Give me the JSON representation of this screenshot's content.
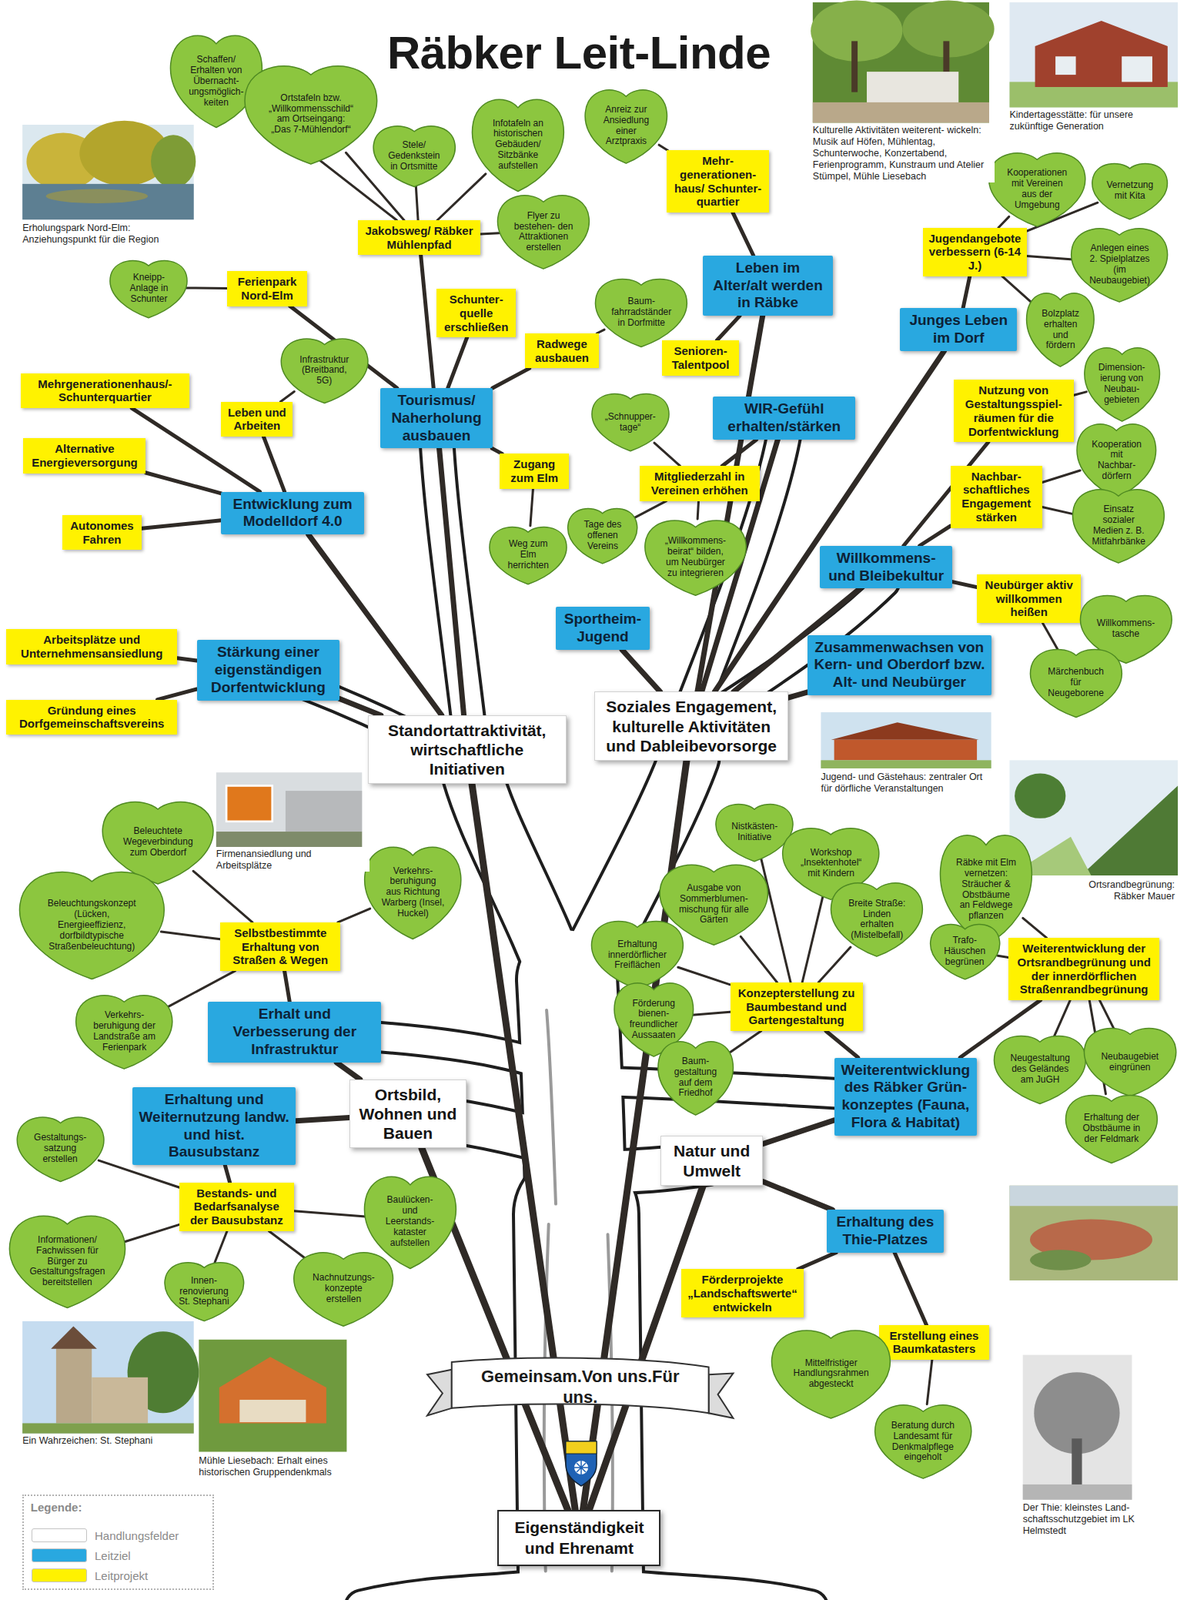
{
  "diagram": {
    "title": "Räbker Leit-Linde",
    "nodes": [
      {
        "text": [
          "Standortattraktivität, wirtschaftliche Initiativen"
        ]
      },
      {
        "text": [
          "Soziales Engagement, kulturelle Aktivitäten und Dableibevorsorge"
        ]
      },
      {
        "text": [
          "Ortsbild, Wohnen und Bauen"
        ]
      },
      {
        "text": [
          "Natur und Umwelt"
        ]
      },
      {
        "text": [
          "Gemeinsam.Von uns.Für uns."
        ]
      },
      {
        "text": [
          "Eigenständigkeit und Ehrenamt"
        ]
      },
      {
        "text": [
          "Tourismus/ Naherholung ausbauen"
        ]
      },
      {
        "text": [
          "Leben im Alter/alt werden in Räbke"
        ]
      },
      {
        "text": [
          "Junges Leben im Dorf"
        ]
      },
      {
        "text": [
          "WIR-Gefühl erhalten/stärken"
        ]
      },
      {
        "text": [
          "Entwicklung zum Modelldorf 4.0"
        ]
      },
      {
        "text": [
          "Willkommens- und Bleibekultur"
        ]
      },
      {
        "text": [
          "Sportheim- Jugend"
        ]
      },
      {
        "text": [
          "Stärkung einer eigenständigen Dorfentwicklung"
        ]
      },
      {
        "text": [
          "Zusammenwachsen von Kern- und Oberdorf bzw. Alt- und Neubürger"
        ]
      },
      {
        "text": [
          "Erhalt und Verbesserung der Infrastruktur"
        ]
      },
      {
        "text": [
          "Erhaltung und Weiternutzung landw. und hist. Bausubstanz"
        ]
      },
      {
        "text": [
          "Weiterentwicklung des Räbker Grün- konzeptes (Fauna, Flora & Habitat)"
        ]
      },
      {
        "text": [
          "Erhaltung des Thie-Platzes"
        ]
      },
      {
        "text": [
          "Jakobsweg/ Räbker Mühlenpfad"
        ]
      },
      {
        "text": [
          "Ferienpark Nord-Elm"
        ]
      },
      {
        "text": [
          "Schunter- quelle erschließen"
        ]
      },
      {
        "text": [
          "Radwege ausbauen"
        ]
      },
      {
        "text": [
          "Mehr- generationen- haus/ Schunter- quartier"
        ]
      },
      {
        "text": [
          "Senioren- Talentpool"
        ]
      },
      {
        "text": [
          "Jugendangebote verbessern (6-14 J.)"
        ]
      },
      {
        "text": [
          "Mehrgenerationenhaus/- Schunterquartier"
        ]
      },
      {
        "text": [
          "Leben und Arbeiten"
        ]
      },
      {
        "text": [
          "Alternative Energieversorgung"
        ]
      },
      {
        "text": [
          "Autonomes Fahren"
        ]
      },
      {
        "text": [
          "Zugang zum Elm"
        ]
      },
      {
        "text": [
          "Mitgliederzahl in Vereinen erhöhen"
        ]
      },
      {
        "text": [
          "Nutzung von Gestaltungsspiel- räumen für die Dorfentwicklung"
        ]
      },
      {
        "text": [
          "Nachbar- schaftliches Engagement stärken"
        ]
      },
      {
        "text": [
          "Neubürger aktiv willkommen heißen"
        ]
      },
      {
        "text": [
          "Arbeitsplätze und Unternehmensansiedlung"
        ]
      },
      {
        "text": [
          "Gründung eines Dorfgemeinschaftsvereins"
        ]
      },
      {
        "text": [
          "Selbstbestimmte Erhaltung von Straßen & Wegen"
        ]
      },
      {
        "text": [
          "Konzepterstellung zu Baumbestand und Gartengestaltung"
        ]
      },
      {
        "text": [
          "Weiterentwicklung der Ortsrandbegrünung und der innerdörflichen Straßenrandbegrünung"
        ]
      },
      {
        "text": [
          "Bestands- und Bedarfsanalyse der Bausubstanz"
        ]
      },
      {
        "text": [
          "Förderprojekte „Landschaftswerte“ entwickeln"
        ]
      },
      {
        "text": [
          "Erstellung eines Baumkatasters"
        ]
      },
      {
        "text": [
          "Schaffen/ Erhalten von Übernacht- ungsmöglich- keiten"
        ]
      },
      {
        "text": [
          "Ortstafeln bzw. „Willkommensschild“ am Ortseingang: „Das 7-Mühlendorf“"
        ]
      },
      {
        "text": [
          "Stele/ Gedenkstein in Ortsmitte"
        ]
      },
      {
        "text": [
          "Infotafeln an historischen Gebäuden/ Sitzbänke aufstellen"
        ]
      },
      {
        "text": [
          "Flyer zu bestehen- den Attraktionen erstellen"
        ]
      },
      {
        "text": [
          "Anreiz zur Ansiedlung einer Arztpraxis"
        ]
      },
      {
        "text": [
          "Kneipp- Anlage in Schunter"
        ]
      },
      {
        "text": [
          "Baum- fahrradständer in Dorfmitte"
        ]
      },
      {
        "text": [
          "Infrastruktur (Breitband, 5G)"
        ]
      },
      {
        "text": [
          "Kooperationen mit Vereinen aus der Umgebung"
        ]
      },
      {
        "text": [
          "Vernetzung mit Kita"
        ]
      },
      {
        "text": [
          "Anlegen eines 2. Spielplatzes (im Neubaugebiet)"
        ]
      },
      {
        "text": [
          "Bolzplatz erhalten und fördern"
        ]
      },
      {
        "text": [
          "Dimension- ierung von Neubau- gebieten"
        ]
      },
      {
        "text": [
          "„Schnupper- tage“"
        ]
      },
      {
        "text": [
          "Kooperation mit Nachbar- dörfern"
        ]
      },
      {
        "text": [
          "Einsatz sozialer Medien z. B. Mitfahrbänke"
        ]
      },
      {
        "text": [
          "Tage des offenen Vereins"
        ]
      },
      {
        "text": [
          "„Willkommens- beirat“ bilden, um Neubürger zu integrieren"
        ]
      },
      {
        "text": [
          "Weg zum Elm herrichten"
        ]
      },
      {
        "text": [
          "Willkommens- tasche"
        ]
      },
      {
        "text": [
          "Märchenbuch für Neugeborene"
        ]
      },
      {
        "text": [
          "Beleuchtete Wegeverbindung zum Oberdorf"
        ]
      },
      {
        "text": [
          "Verkehrs- beruhigung aus Richtung Warberg (Insel, Huckel)"
        ]
      },
      {
        "text": [
          "Beleuchtungskonzept (Lücken, Energieeffizienz, dorfbildtypische Straßenbeleuchtung)"
        ]
      },
      {
        "text": [
          "Verkehrs- beruhigung der Landstraße am Ferienpark"
        ]
      },
      {
        "text": [
          "Nistkästen- Initiative"
        ]
      },
      {
        "text": [
          "Workshop „Insektenhotel“ mit Kindern"
        ]
      },
      {
        "text": [
          "Ausgabe von Sommerblumen- mischung für alle Gärten"
        ]
      },
      {
        "text": [
          "Breite Straße: Linden erhalten (Mistelbefall)"
        ]
      },
      {
        "text": [
          "Erhaltung innerdörflicher Freiflächen"
        ]
      },
      {
        "text": [
          "Räbke mit Elm vernetzen: Sträucher & Obstbäume an Feldwege pflanzen"
        ]
      },
      {
        "text": [
          "Trafo- Häuschen begrünen"
        ]
      },
      {
        "text": [
          "Förderung bienen- freundlicher Aussaaten"
        ]
      },
      {
        "text": [
          "Baum- gestaltung auf dem Friedhof"
        ]
      },
      {
        "text": [
          "Neugestaltung des Geländes am JuGH"
        ]
      },
      {
        "text": [
          "Neubaugebiet eingrünen"
        ]
      },
      {
        "text": [
          "Erhaltung der Obstbäume in der Feldmark"
        ]
      },
      {
        "text": [
          "Gestaltungs- satzung erstellen"
        ]
      },
      {
        "text": [
          "Informationen/ Fachwissen für Bürger zu Gestaltungsfragen bereitstellen"
        ]
      },
      {
        "text": [
          "Innen- renovierung St. Stephani"
        ]
      },
      {
        "text": [
          "Baulücken- und Leerstands- kataster aufstellen"
        ]
      },
      {
        "text": [
          "Nachnutzungs- konzepte erstellen"
        ]
      },
      {
        "text": [
          "Mittelfristiger Handlungsrahmen abgesteckt"
        ]
      },
      {
        "text": [
          "Beratung durch Landesamt für Denkmalpflege eingeholt"
        ]
      }
    ],
    "edges": [
      {
        "from": 5,
        "to": 0,
        "arrow": "none"
      },
      {
        "from": 5,
        "to": 1,
        "arrow": "none"
      },
      {
        "from": 5,
        "to": 2,
        "arrow": "none"
      },
      {
        "from": 5,
        "to": 3,
        "arrow": "none"
      },
      {
        "from": 0,
        "to": 6,
        "arrow": "none"
      },
      {
        "from": 0,
        "to": 10,
        "arrow": "none"
      },
      {
        "from": 0,
        "to": 13,
        "arrow": "none"
      },
      {
        "from": 1,
        "to": 7,
        "arrow": "none"
      },
      {
        "from": 1,
        "to": 8,
        "arrow": "none"
      },
      {
        "from": 1,
        "to": 9,
        "arrow": "none"
      },
      {
        "from": 1,
        "to": 11,
        "arrow": "none"
      },
      {
        "from": 1,
        "to": 12,
        "arrow": "none"
      },
      {
        "from": 1,
        "to": 14,
        "arrow": "none"
      },
      {
        "from": 2,
        "to": 15,
        "arrow": "none"
      },
      {
        "from": 2,
        "to": 16,
        "arrow": "none"
      },
      {
        "from": 3,
        "to": 17,
        "arrow": "none"
      },
      {
        "from": 3,
        "to": 18,
        "arrow": "none"
      },
      {
        "from": 6,
        "to": 19,
        "arrow": "none"
      },
      {
        "from": 6,
        "to": 20,
        "arrow": "none"
      },
      {
        "from": 6,
        "to": 21,
        "arrow": "none"
      },
      {
        "from": 6,
        "to": 22,
        "arrow": "none"
      },
      {
        "from": 6,
        "to": 30,
        "arrow": "none"
      },
      {
        "from": 7,
        "to": 23,
        "arrow": "none"
      },
      {
        "from": 7,
        "to": 24,
        "arrow": "none"
      },
      {
        "from": 8,
        "to": 25,
        "arrow": "none"
      },
      {
        "from": 9,
        "to": 31,
        "arrow": "none"
      },
      {
        "from": 10,
        "to": 26,
        "arrow": "none"
      },
      {
        "from": 10,
        "to": 27,
        "arrow": "none"
      },
      {
        "from": 10,
        "to": 28,
        "arrow": "none"
      },
      {
        "from": 10,
        "to": 29,
        "arrow": "none"
      },
      {
        "from": 11,
        "to": 32,
        "arrow": "none"
      },
      {
        "from": 11,
        "to": 33,
        "arrow": "none"
      },
      {
        "from": 11,
        "to": 34,
        "arrow": "none"
      },
      {
        "from": 13,
        "to": 35,
        "arrow": "none"
      },
      {
        "from": 13,
        "to": 36,
        "arrow": "none"
      },
      {
        "from": 15,
        "to": 37,
        "arrow": "none"
      },
      {
        "from": 16,
        "to": 40,
        "arrow": "none"
      },
      {
        "from": 17,
        "to": 38,
        "arrow": "none"
      },
      {
        "from": 17,
        "to": 39,
        "arrow": "none"
      },
      {
        "from": 18,
        "to": 41,
        "arrow": "none"
      },
      {
        "from": 18,
        "to": 42,
        "arrow": "none"
      },
      {
        "from": 19,
        "to": 43,
        "arrow": "none"
      },
      {
        "from": 19,
        "to": 44,
        "arrow": "none"
      },
      {
        "from": 19,
        "to": 45,
        "arrow": "none"
      },
      {
        "from": 19,
        "to": 46,
        "arrow": "none"
      },
      {
        "from": 19,
        "to": 47,
        "arrow": "none"
      },
      {
        "from": 20,
        "to": 49,
        "arrow": "none"
      },
      {
        "from": 22,
        "to": 50,
        "arrow": "none"
      },
      {
        "from": 23,
        "to": 48,
        "arrow": "none"
      },
      {
        "from": 27,
        "to": 51,
        "arrow": "none"
      },
      {
        "from": 25,
        "to": 52,
        "arrow": "none"
      },
      {
        "from": 25,
        "to": 53,
        "arrow": "none"
      },
      {
        "from": 25,
        "to": 54,
        "arrow": "none"
      },
      {
        "from": 25,
        "to": 55,
        "arrow": "none"
      },
      {
        "from": 32,
        "to": 56,
        "arrow": "none"
      },
      {
        "from": 31,
        "to": 57,
        "arrow": "none"
      },
      {
        "from": 31,
        "to": 60,
        "arrow": "none"
      },
      {
        "from": 31,
        "to": 61,
        "arrow": "none"
      },
      {
        "from": 33,
        "to": 58,
        "arrow": "none"
      },
      {
        "from": 33,
        "to": 59,
        "arrow": "none"
      },
      {
        "from": 30,
        "to": 62,
        "arrow": "none"
      },
      {
        "from": 34,
        "to": 63,
        "arrow": "none"
      },
      {
        "from": 34,
        "to": 64,
        "arrow": "none"
      },
      {
        "from": 37,
        "to": 65,
        "arrow": "none"
      },
      {
        "from": 37,
        "to": 66,
        "arrow": "none"
      },
      {
        "from": 37,
        "to": 67,
        "arrow": "none"
      },
      {
        "from": 37,
        "to": 68,
        "arrow": "none"
      },
      {
        "from": 38,
        "to": 69,
        "arrow": "none"
      },
      {
        "from": 38,
        "to": 70,
        "arrow": "none"
      },
      {
        "from": 38,
        "to": 71,
        "arrow": "none"
      },
      {
        "from": 38,
        "to": 72,
        "arrow": "none"
      },
      {
        "from": 38,
        "to": 73,
        "arrow": "none"
      },
      {
        "from": 38,
        "to": 76,
        "arrow": "none"
      },
      {
        "from": 38,
        "to": 77,
        "arrow": "none"
      },
      {
        "from": 39,
        "to": 74,
        "arrow": "none"
      },
      {
        "from": 39,
        "to": 75,
        "arrow": "none"
      },
      {
        "from": 39,
        "to": 78,
        "arrow": "none"
      },
      {
        "from": 39,
        "to": 79,
        "arrow": "none"
      },
      {
        "from": 39,
        "to": 80,
        "arrow": "none"
      },
      {
        "from": 40,
        "to": 81,
        "arrow": "none"
      },
      {
        "from": 40,
        "to": 82,
        "arrow": "none"
      },
      {
        "from": 40,
        "to": 83,
        "arrow": "none"
      },
      {
        "from": 40,
        "to": 84,
        "arrow": "none"
      },
      {
        "from": 40,
        "to": 85,
        "arrow": "none"
      },
      {
        "from": 42,
        "to": 86,
        "arrow": "none"
      },
      {
        "from": 42,
        "to": 87,
        "arrow": "none"
      }
    ],
    "labels": [
      "Kulturelle Aktivitäten weiterent- wickeln: Musik auf Höfen, Mühlentag, Schunterwoche, Konzertabend, Ferienprogramm, Kunstraum und Atelier Stümpel, Mühle Liesebach",
      "Kindertagesstätte: für unsere zukünftige Generation",
      "Erholungspark Nord-Elm: Anziehungspunkt für die Region",
      "Jugend- und Gästehaus: zentraler Ort für dörfliche Veranstaltungen",
      "Firmenansiedlung und Arbeitsplätze",
      "Ortsrandbegrünung: Räbker Mauer",
      "Ein Wahrzeichen: St. Stephani",
      "Mühle Liesebach: Erhalt eines historischen Gruppendenkmals",
      "Der Thie: kleinstes Land- schaftsschutzgebiet im LK Helmstedt",
      "Legende:"
    ],
    "legend": [
      {
        "text": "Handlungsfelder",
        "color": "#ffffff"
      },
      {
        "text": "Leitziel",
        "color": "#29a8e0"
      },
      {
        "text": "Leitprojekt",
        "color": "#fff200"
      }
    ]
  }
}
